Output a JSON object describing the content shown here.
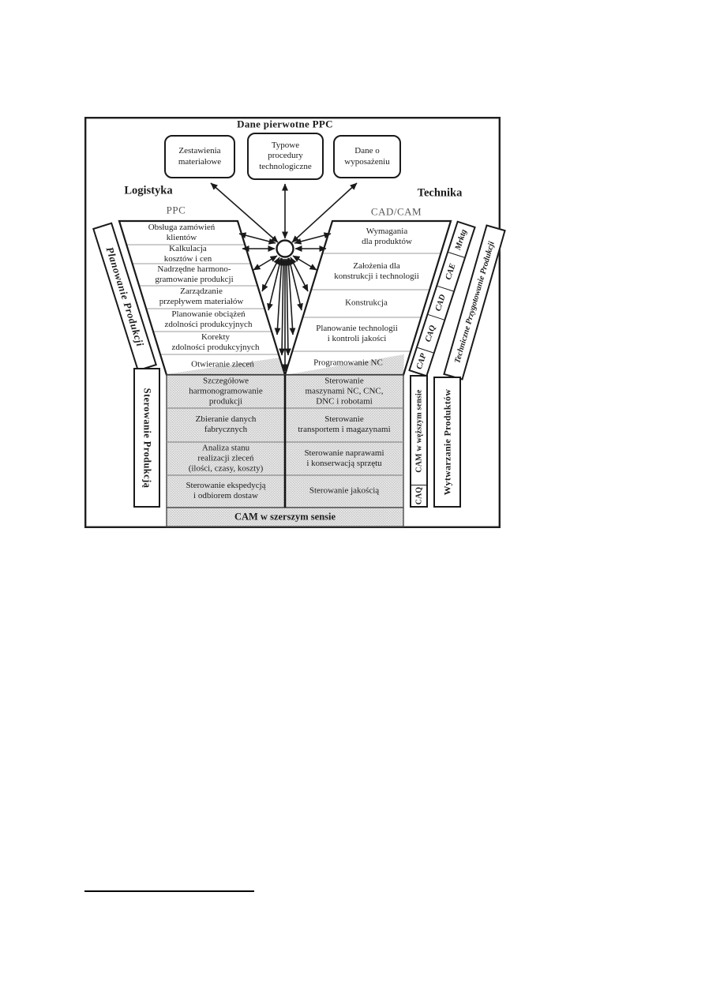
{
  "title": "Dane pierwotne PPC",
  "top_boxes": [
    {
      "label": "Zestawienia\nmateriałowe"
    },
    {
      "label": "Typowe\nprocedury\ntechnologiczne"
    },
    {
      "label": "Dane o\nwyposażeniu"
    }
  ],
  "domains": {
    "left": "Logistyka",
    "right": "Technika"
  },
  "columns": {
    "left_header": "PPC",
    "right_header": "CAD/CAM"
  },
  "ppc_rows": [
    {
      "label": "Obsługa zamówień\nklientów"
    },
    {
      "label": "Kalkulacja\nkosztów i cen"
    },
    {
      "label": "Nadrzędne harmono-\ngramowanie produkcji"
    },
    {
      "label": "Zarządzanie\nprzepływem materiałów"
    },
    {
      "label": "Planowanie obciążeń\nzdolności produkcyjnych"
    },
    {
      "label": "Korekty\nzdolności produkcyjnych"
    },
    {
      "label": "Otwieranie zleceń"
    }
  ],
  "cadcam_rows": [
    {
      "label": "Wymagania\ndla produktów"
    },
    {
      "label": "Założenia dla\nkonstrukcji i technologii"
    },
    {
      "label": "Konstrukcja"
    },
    {
      "label": "Planowanie technologii\ni kontroli jakości"
    },
    {
      "label": "Programowanie NC"
    }
  ],
  "cam_left_rows": [
    {
      "label": "Szczegółowe\nharmonogramowanie\nprodukcji"
    },
    {
      "label": "Zbieranie danych\nfabrycznych"
    },
    {
      "label": "Analiza stanu\nrealizacji zleceń\n(ilości, czasy, koszty)"
    },
    {
      "label": "Sterowanie ekspedycją\ni odbiorem dostaw"
    }
  ],
  "cam_right_rows": [
    {
      "label": "Sterowanie\nmaszynami NC, CNC,\nDNC i robotami"
    },
    {
      "label": "Sterowanie\ntransportem i magazynami"
    },
    {
      "label": "Sterowanie naprawami\ni konserwacją sprzętu"
    },
    {
      "label": "Sterowanie jakością"
    }
  ],
  "bars": {
    "planning": "Planowanie Produkcji",
    "control": "Sterowanie Produkcją",
    "tech_prep": "Techniczne Przygotowanie Produkcji",
    "manufacturing": "Wytwarzanie Produktów",
    "segments": [
      {
        "label": "CAP"
      },
      {
        "label": "CAQ"
      },
      {
        "label": "CAD"
      },
      {
        "label": "CAE"
      },
      {
        "label": "Mrktg"
      }
    ],
    "cam_narrow": "CAM w węższym sensie",
    "caq_bottom": "CAQ"
  },
  "footer_band": "CAM w szerszym sensie",
  "colors": {
    "ink": "#1a1a1a",
    "separator": "#999999",
    "block_separator": "#8a8a8a",
    "block_border": "#4a4a4a",
    "shade_bg": "#eaeaea",
    "shade_dot": "#bfbfbf",
    "muted_text": "#555555"
  }
}
